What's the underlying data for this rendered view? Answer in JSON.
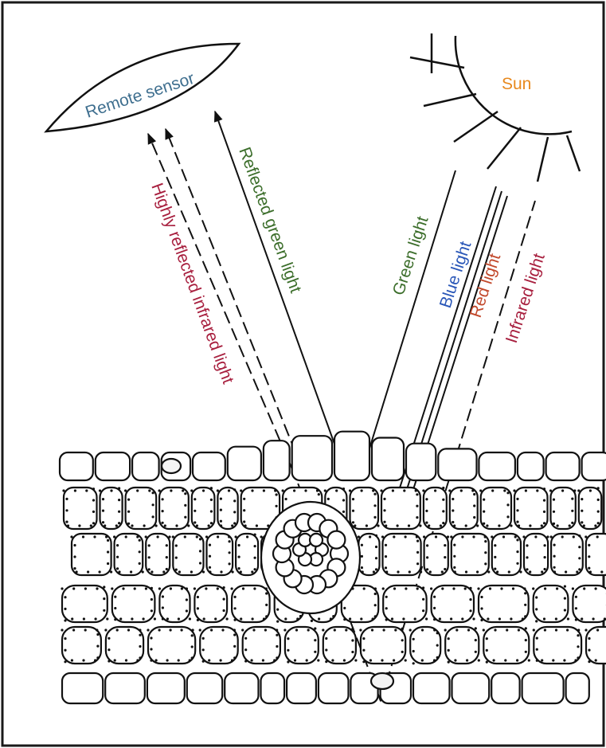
{
  "labels": {
    "sensor": "Remote sensor",
    "sun": "Sun",
    "green_light": "Green light",
    "blue_light": "Blue light",
    "red_light": "Red light",
    "infrared_light": "Infrared light",
    "reflected_green": "Reflected green light",
    "reflected_infrared": "Highly reflected infrared light"
  },
  "colors": {
    "sensor": "#3f6f8f",
    "sun": "#e8891e",
    "green": "#3c6e2b",
    "blue": "#2a57b8",
    "red": "#c2492c",
    "infrared": "#a8203f",
    "line": "#111111"
  }
}
